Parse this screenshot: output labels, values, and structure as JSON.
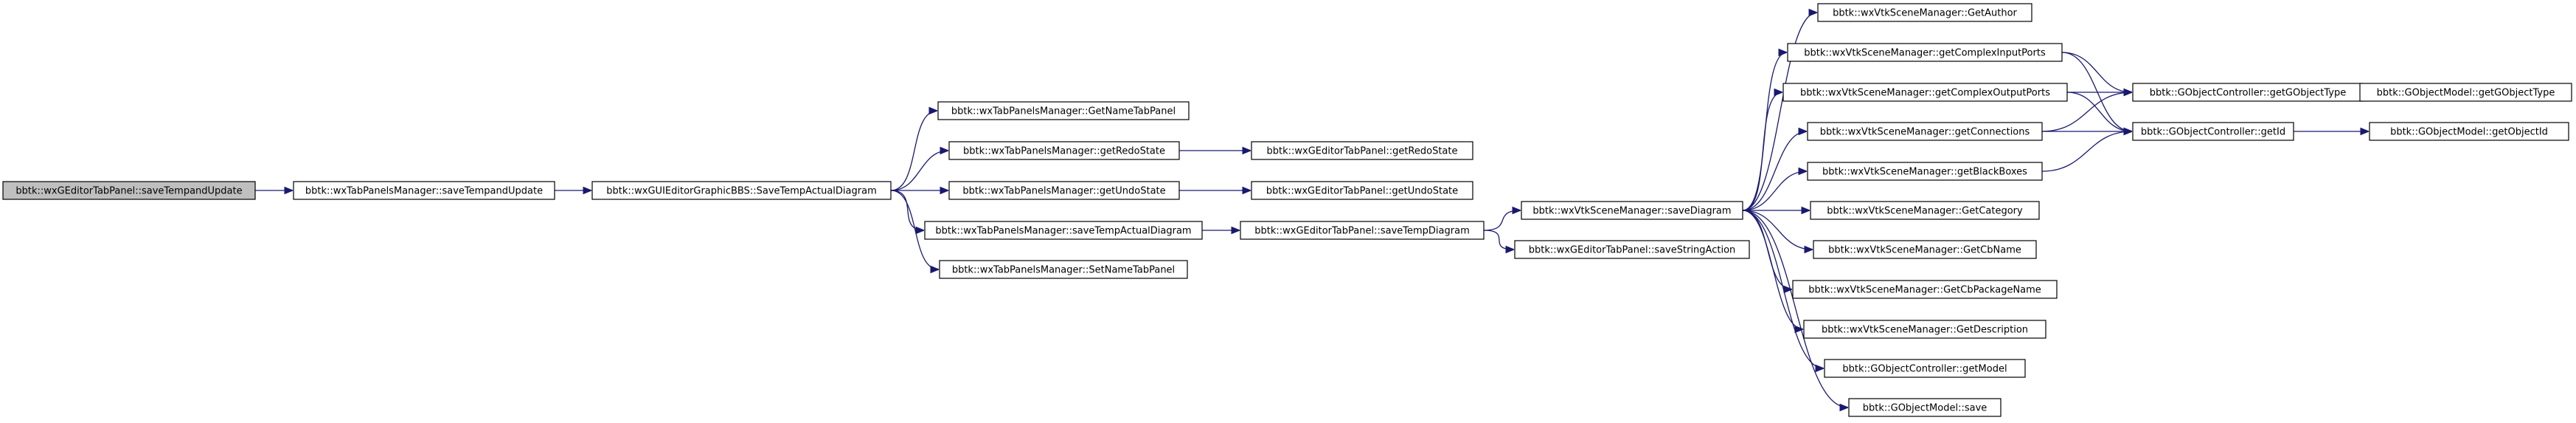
{
  "diagram": {
    "type": "call-graph",
    "colors": {
      "edge": "#191970",
      "node_fill": "#ffffff",
      "root_fill": "#bfbfbf",
      "border": "#000000"
    },
    "nodes": [
      {
        "id": "n0",
        "label": "bbtk::wxGEditorTabPanel::saveTempandUpdate",
        "root": true
      },
      {
        "id": "n1",
        "label": "bbtk::wxTabPanelsManager::saveTempandUpdate"
      },
      {
        "id": "n2",
        "label": "bbtk::wxGUIEditorGraphicBBS::SaveTempActualDiagram"
      },
      {
        "id": "n3",
        "label": "bbtk::wxTabPanelsManager::GetNameTabPanel"
      },
      {
        "id": "n4",
        "label": "bbtk::wxTabPanelsManager::getRedoState"
      },
      {
        "id": "n5",
        "label": "bbtk::wxTabPanelsManager::getUndoState"
      },
      {
        "id": "n6",
        "label": "bbtk::wxTabPanelsManager::saveTempActualDiagram"
      },
      {
        "id": "n7",
        "label": "bbtk::wxTabPanelsManager::SetNameTabPanel"
      },
      {
        "id": "n8",
        "label": "bbtk::wxGEditorTabPanel::getRedoState"
      },
      {
        "id": "n9",
        "label": "bbtk::wxGEditorTabPanel::getUndoState"
      },
      {
        "id": "n10",
        "label": "bbtk::wxGEditorTabPanel::saveTempDiagram"
      },
      {
        "id": "n11",
        "label": "bbtk::wxVtkSceneManager::saveDiagram"
      },
      {
        "id": "n12",
        "label": "bbtk::wxGEditorTabPanel::saveStringAction"
      },
      {
        "id": "n13",
        "label": "bbtk::wxVtkSceneManager::GetAuthor"
      },
      {
        "id": "n14",
        "label": "bbtk::wxVtkSceneManager::getComplexInputPorts"
      },
      {
        "id": "n15",
        "label": "bbtk::wxVtkSceneManager::getComplexOutputPorts"
      },
      {
        "id": "n16",
        "label": "bbtk::wxVtkSceneManager::getConnections"
      },
      {
        "id": "n17",
        "label": "bbtk::wxVtkSceneManager::getBlackBoxes"
      },
      {
        "id": "n18",
        "label": "bbtk::wxVtkSceneManager::GetCategory"
      },
      {
        "id": "n19",
        "label": "bbtk::wxVtkSceneManager::GetCbName"
      },
      {
        "id": "n20",
        "label": "bbtk::wxVtkSceneManager::GetCbPackageName"
      },
      {
        "id": "n21",
        "label": "bbtk::wxVtkSceneManager::GetDescription"
      },
      {
        "id": "n22",
        "label": "bbtk::GObjectController::getModel"
      },
      {
        "id": "n23",
        "label": "bbtk::GObjectModel::save"
      },
      {
        "id": "n24",
        "label": "bbtk::GObjectController::getGObjectType"
      },
      {
        "id": "n25",
        "label": "bbtk::GObjectController::getId"
      },
      {
        "id": "n26",
        "label": "bbtk::GObjectModel::getGObjectType"
      },
      {
        "id": "n27",
        "label": "bbtk::GObjectModel::getObjectId"
      }
    ],
    "edges": [
      [
        "n0",
        "n1"
      ],
      [
        "n1",
        "n2"
      ],
      [
        "n2",
        "n3"
      ],
      [
        "n2",
        "n4"
      ],
      [
        "n2",
        "n5"
      ],
      [
        "n2",
        "n6"
      ],
      [
        "n2",
        "n7"
      ],
      [
        "n4",
        "n8"
      ],
      [
        "n5",
        "n9"
      ],
      [
        "n6",
        "n10"
      ],
      [
        "n10",
        "n11"
      ],
      [
        "n10",
        "n12"
      ],
      [
        "n11",
        "n13"
      ],
      [
        "n11",
        "n14"
      ],
      [
        "n11",
        "n15"
      ],
      [
        "n11",
        "n16"
      ],
      [
        "n11",
        "n17"
      ],
      [
        "n11",
        "n18"
      ],
      [
        "n11",
        "n19"
      ],
      [
        "n11",
        "n20"
      ],
      [
        "n11",
        "n21"
      ],
      [
        "n11",
        "n22"
      ],
      [
        "n11",
        "n23"
      ],
      [
        "n14",
        "n24"
      ],
      [
        "n14",
        "n25"
      ],
      [
        "n15",
        "n24"
      ],
      [
        "n15",
        "n25"
      ],
      [
        "n16",
        "n24"
      ],
      [
        "n16",
        "n25"
      ],
      [
        "n17",
        "n25"
      ],
      [
        "n24",
        "n26"
      ],
      [
        "n25",
        "n27"
      ]
    ]
  }
}
